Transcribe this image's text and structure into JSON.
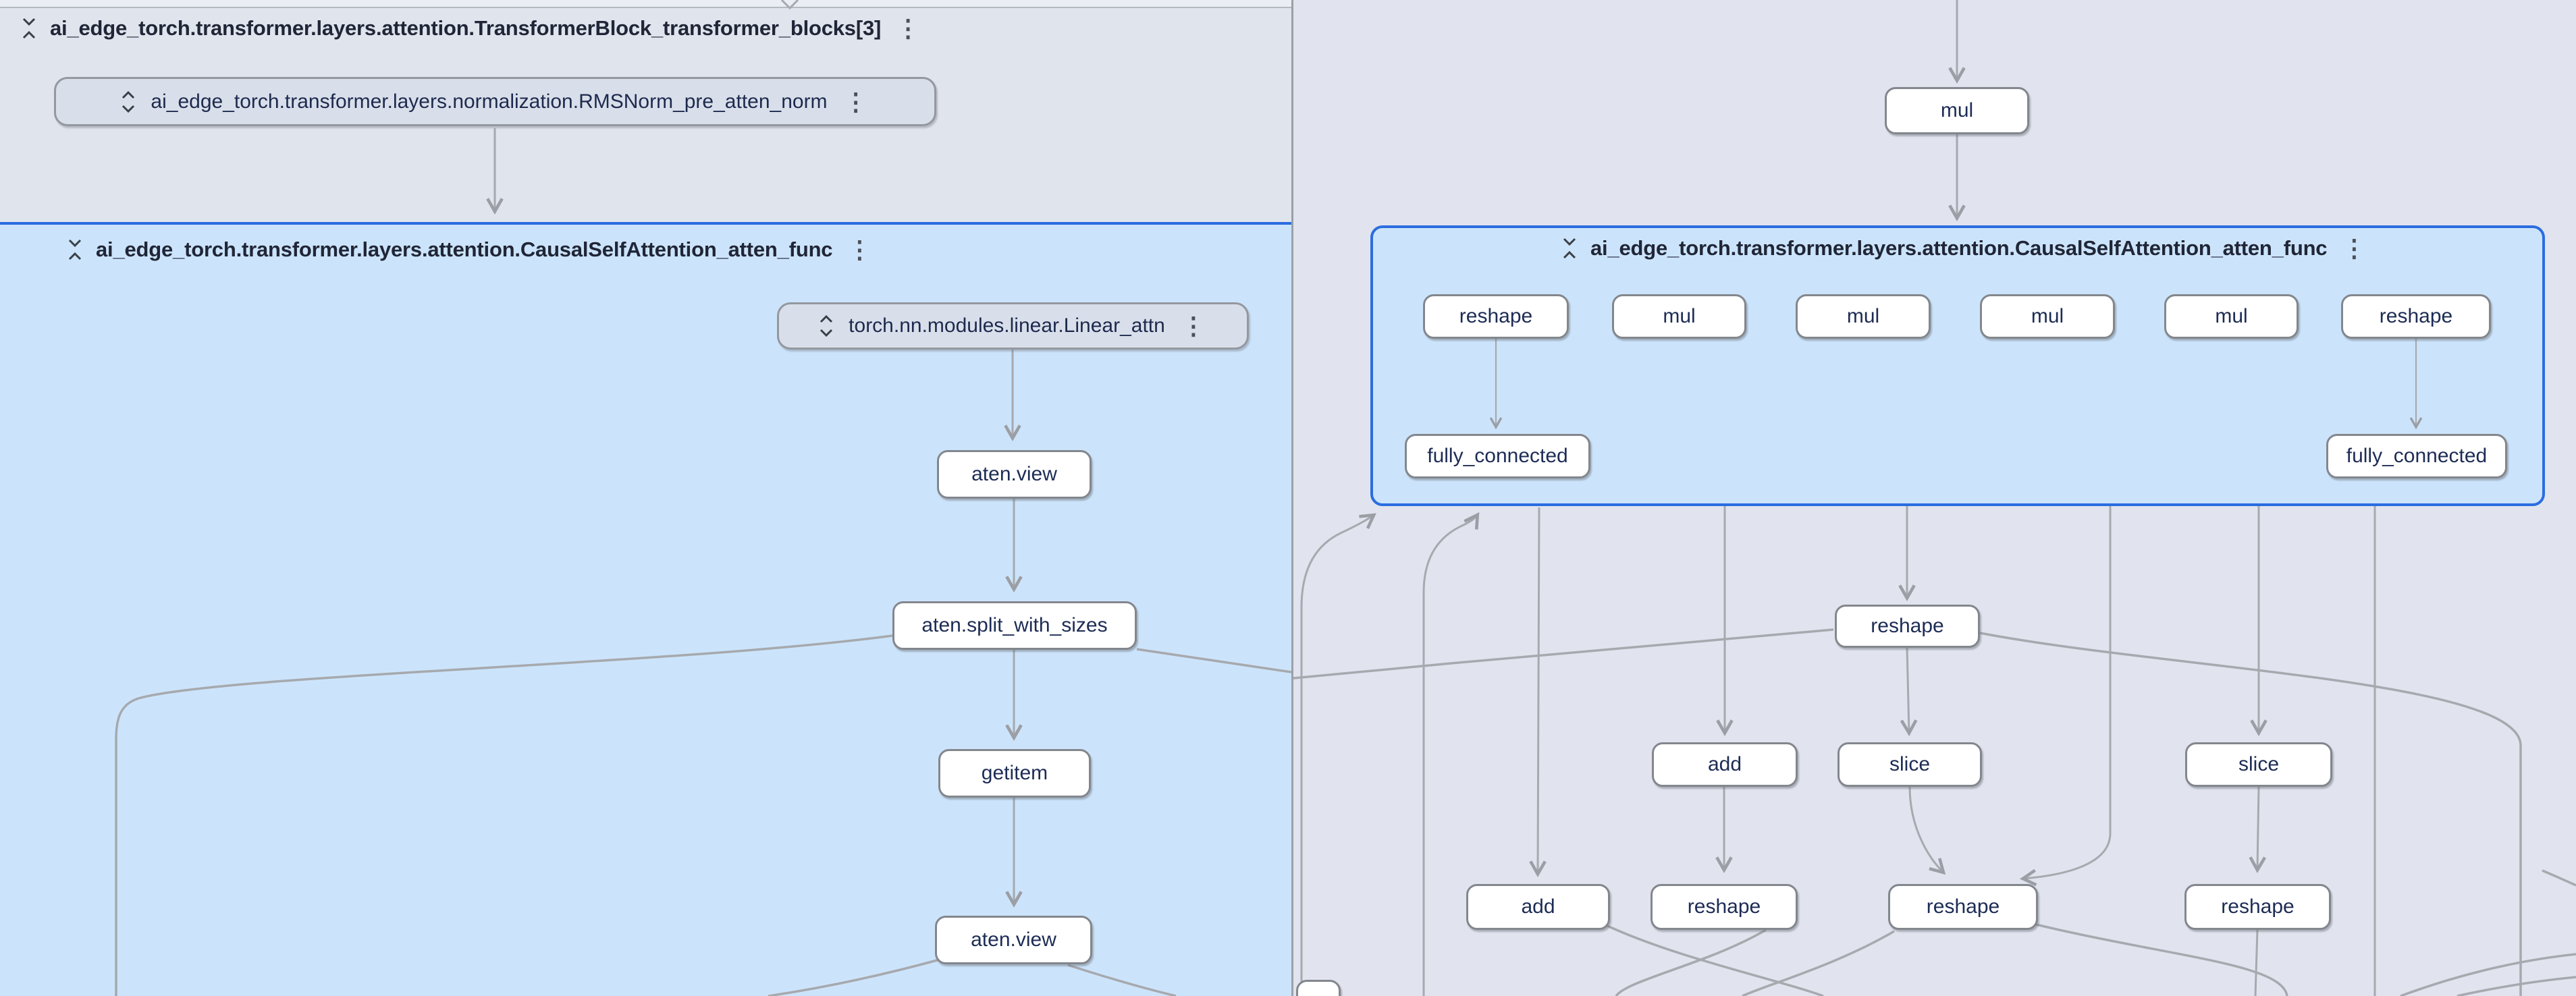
{
  "colors": {
    "selection_blue": "#2b6de0",
    "selected_group_fill": "#cce4fb",
    "pane_background": "#e1e4ee",
    "node_border_gray": "#83878d",
    "edge_gray": "#a6a9ae",
    "label_navy": "#1d2c55"
  },
  "left_pane": {
    "transformer_block_header": "ai_edge_torch.transformer.layers.attention.TransformerBlock_transformer_blocks[3]",
    "rms_norm_node": "ai_edge_torch.transformer.layers.normalization.RMSNorm_pre_atten_norm",
    "attention_group_header": "ai_edge_torch.transformer.layers.attention.CausalSelfAttention_atten_func",
    "linear_node": "torch.nn.modules.linear.Linear_attn",
    "op_nodes": [
      "aten.view",
      "aten.split_with_sizes",
      "getitem",
      "aten.view"
    ]
  },
  "right_pane": {
    "mul_node": "mul",
    "attention_group_header": "ai_edge_torch.transformer.layers.attention.CausalSelfAttention_atten_func",
    "group_row1": [
      "reshape",
      "mul",
      "mul",
      "mul",
      "mul",
      "reshape"
    ],
    "group_row2": [
      "fully_connected",
      "fully_connected"
    ],
    "mid_node": "reshape",
    "row2": [
      "add",
      "slice",
      "slice"
    ],
    "row3": [
      "add",
      "reshape",
      "reshape",
      "reshape"
    ]
  }
}
